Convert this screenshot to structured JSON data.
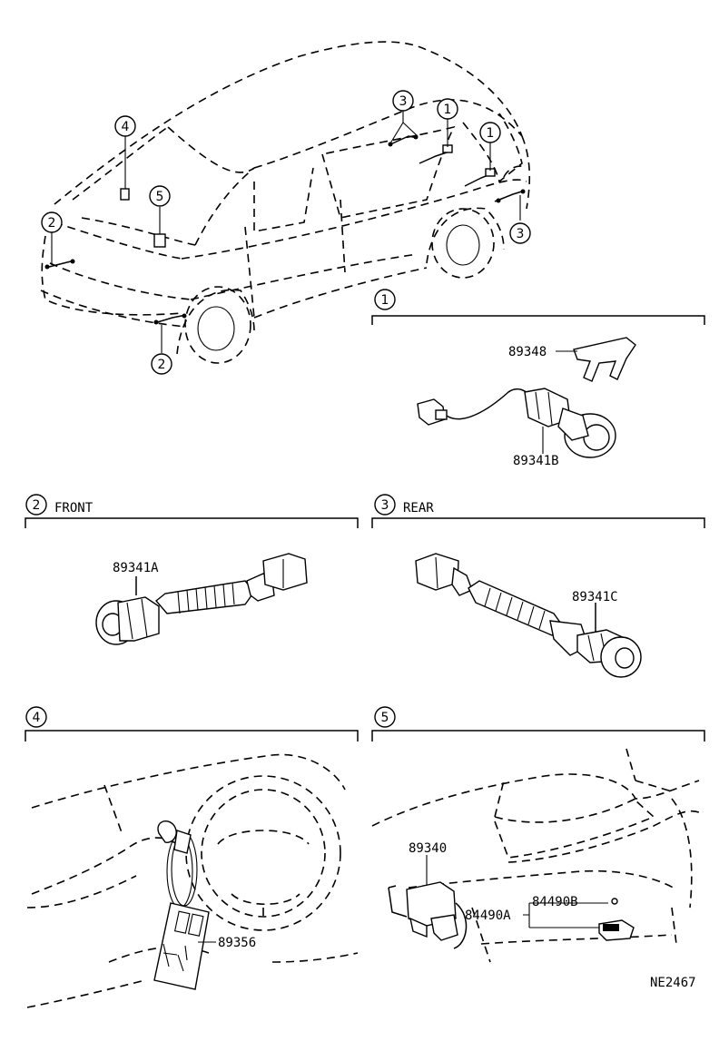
{
  "callouts": {
    "c1": "1",
    "c2": "2",
    "c3": "3",
    "c4": "4",
    "c5": "5"
  },
  "sections": {
    "s1": {
      "num": "1",
      "title": ""
    },
    "s2": {
      "num": "2",
      "title": "FRONT"
    },
    "s3": {
      "num": "3",
      "title": "REAR"
    },
    "s4": {
      "num": "4",
      "title": ""
    },
    "s5": {
      "num": "5",
      "title": ""
    }
  },
  "parts": {
    "p89348": "89348",
    "p89341B": "89341B",
    "p89341A": "89341A",
    "p89341C": "89341C",
    "p89356": "89356",
    "p89340": "89340",
    "p84490B": "84490B",
    "p84490A": "84490A"
  },
  "drawing_id": "NE2467"
}
